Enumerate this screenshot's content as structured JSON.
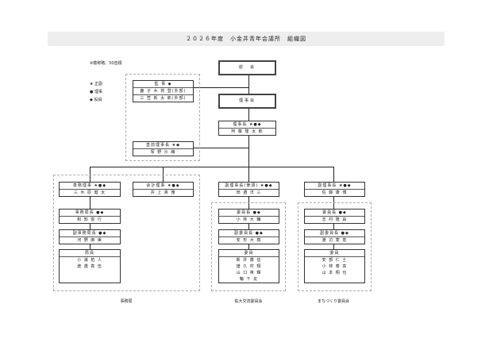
{
  "title": "２０２６年度　小金井青年会議所　組織図",
  "note": "※敬称略、50音順",
  "legend": [
    {
      "mark": "★",
      "label": "正副"
    },
    {
      "mark": "●",
      "label": "理事"
    },
    {
      "mark": "◆",
      "label": "役員"
    }
  ],
  "top": {
    "general": "総　会",
    "board": "理事会",
    "president": {
      "role": "理事長 ★●◆",
      "name": "阿 藤 隆 太 郎"
    }
  },
  "auditor": {
    "role": "監 事 ◆",
    "names": [
      "鹿 子 木 将 登(外部)",
      "三 笠 新 太 郎(外部)"
    ]
  },
  "past_president": {
    "role": "直前理事長 ★◆",
    "name": "塚 野 沙 織"
  },
  "secretariat": {
    "label": "事務局",
    "executive": {
      "role": "専務理事 ★●◆",
      "name": "三 木 原 健 太"
    },
    "treasurer": {
      "role": "会計理事 ★●◆",
      "name": "井 上 貴 雅"
    },
    "chief": {
      "role": "事務局長 ●◆",
      "name": "和 知 俊 行"
    },
    "vice": {
      "role": "副事務局長 ●◆",
      "name": "河 野 麻 美"
    },
    "staff": {
      "role": "局員",
      "names": [
        "小 浦 拓 人",
        "渡 邉 真 伍"
      ]
    }
  },
  "committee1": {
    "label": "拡大交流委員会",
    "vp": {
      "role": "副理事長(筆頭) ★●◆",
      "name": "田 邉 洋 三"
    },
    "chair": {
      "role": "委員長 ●◆",
      "name": "小 林 大 輔"
    },
    "vice": {
      "role": "副委員長 ●◆",
      "name": "安 形 大 樹"
    },
    "members": {
      "role": "委員",
      "names": [
        "新 井 康 信",
        "譜 久 村 翔",
        "山 口 英 輝",
        "輪 下 友"
      ]
    }
  },
  "committee2": {
    "label": "まちづくり委員会",
    "vp": {
      "role": "副理事長 ★●◆",
      "name": "佐 藤 康 博"
    },
    "chair": {
      "role": "委員長 ●◆",
      "name": "志 村 隆 由"
    },
    "vice": {
      "role": "副委員長 ●◆",
      "name": "渡 辺 寛 恵"
    },
    "members": {
      "role": "委員",
      "names": [
        "安 部 仁 士",
        "小 林 泰 高",
        "山 本 翔 也"
      ]
    }
  }
}
